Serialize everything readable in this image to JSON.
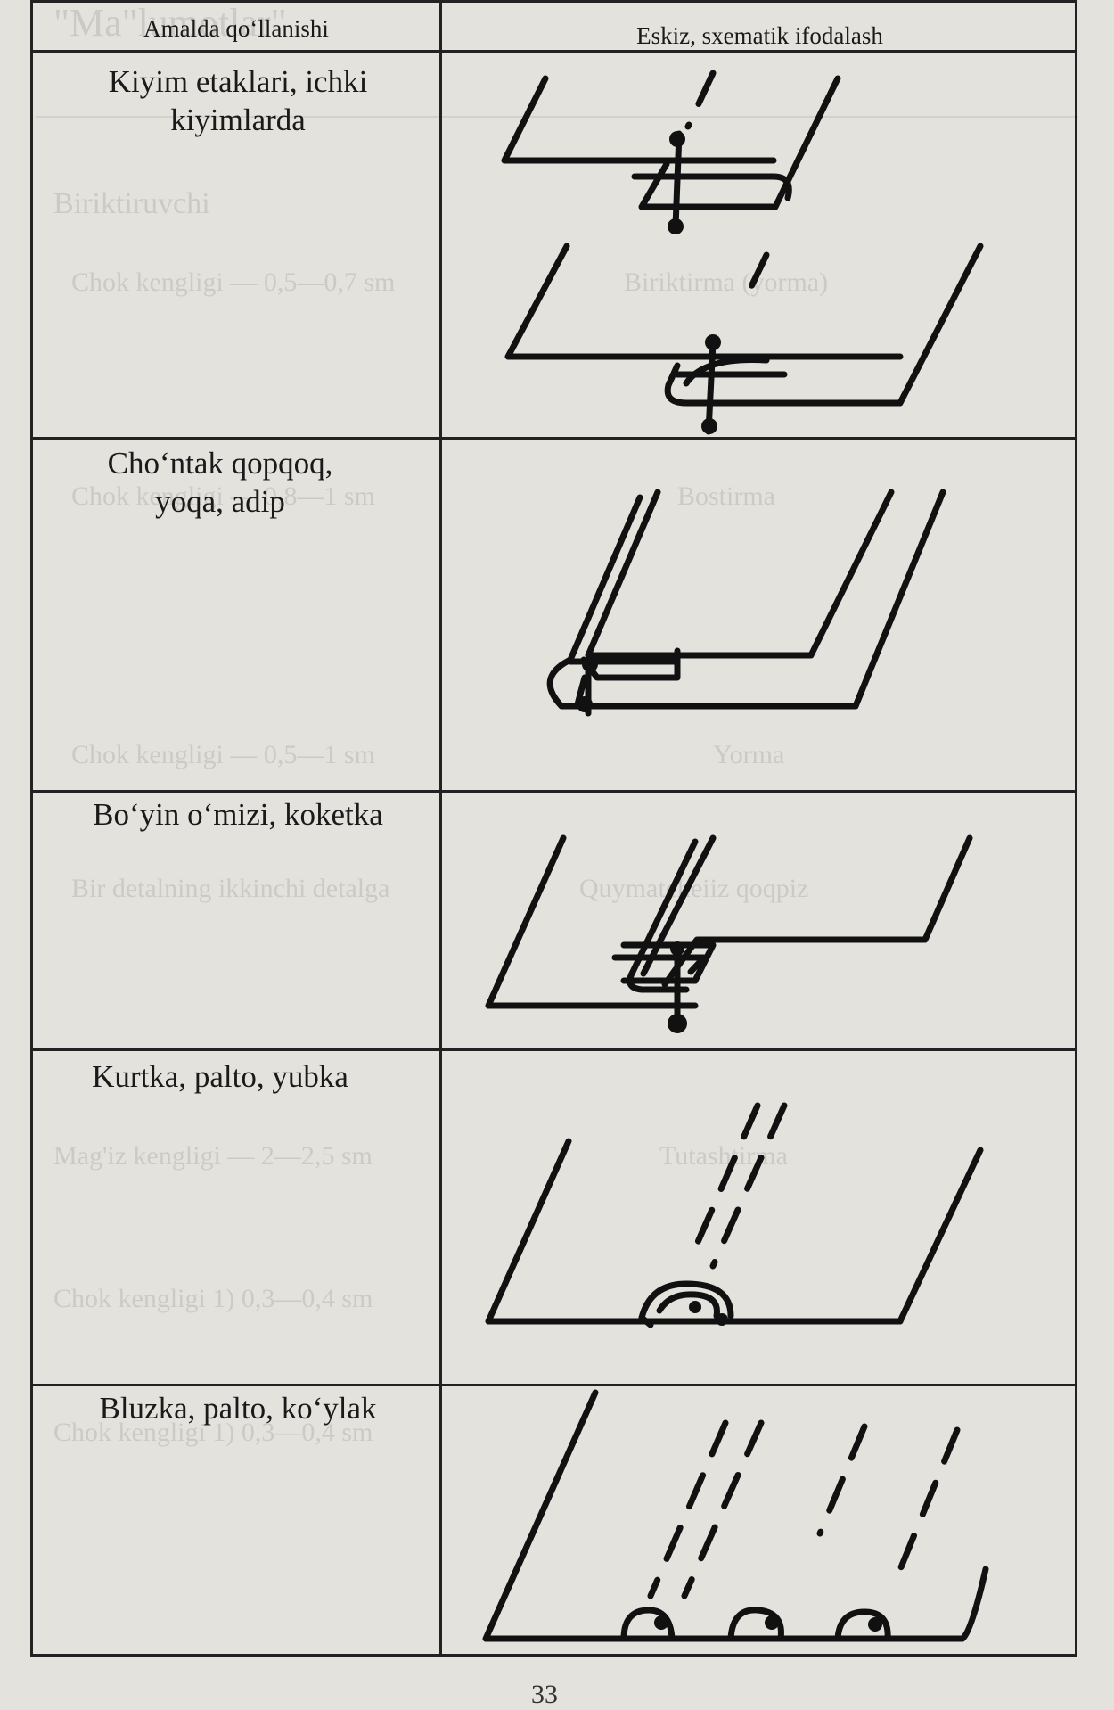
{
  "table": {
    "headers": [
      "Amalda qo‘llanishi",
      "Eskiz, sxematik ifodalash"
    ],
    "rows": [
      {
        "usage": "Kiyim etaklari, ichki kiyimlarda"
      },
      {
        "usage": "Cho‘ntak qopqoq, yoqa, adip"
      },
      {
        "usage": "Bo‘yin o‘mizi, koketka"
      },
      {
        "usage": "Kurtka, palto, yubka"
      },
      {
        "usage": "Bluzka, palto, ko‘ylak"
      }
    ]
  },
  "page_number": "33",
  "sketch_icons": [
    "hem-seam-sketch",
    "double-hem-seam-sketch",
    "bound-edge-sketch",
    "layered-seam-sketch",
    "felled-seam-sketch",
    "triple-stitch-sketch"
  ]
}
